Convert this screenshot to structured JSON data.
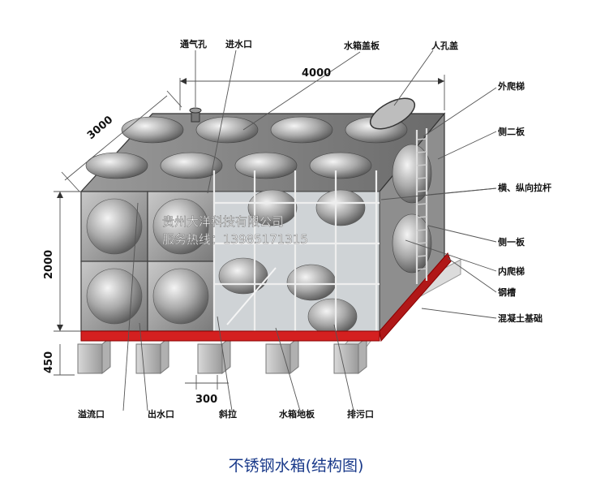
{
  "labels": {
    "vent": "通气孔",
    "inlet": "进水口",
    "cover_plate": "水箱盖板",
    "manhole": "人孔盖",
    "outer_ladder": "外爬梯",
    "side_plate_2": "侧二板",
    "tie_rods": "横、纵向拉杆",
    "side_plate_1": "侧一板",
    "inner_ladder": "内爬梯",
    "steel_channel": "钢槽",
    "concrete_base": "混凝土基础",
    "overflow": "溢流口",
    "outlet": "出水口",
    "diagonal_brace": "斜拉",
    "bottom_plate": "水箱地板",
    "drain": "排污口"
  },
  "dimensions": {
    "length": "4000",
    "width": "3000",
    "height": "2000",
    "base_height": "450",
    "base_spacing": "300"
  },
  "watermark": {
    "company": "贵州大洋科技有限公司",
    "hotline": "服务热线：13985171315"
  },
  "caption": "不锈钢水箱(结构图)",
  "colors": {
    "caption": "#1a3a8a",
    "channel": "#d42020",
    "panel": "#a0a0a0"
  }
}
